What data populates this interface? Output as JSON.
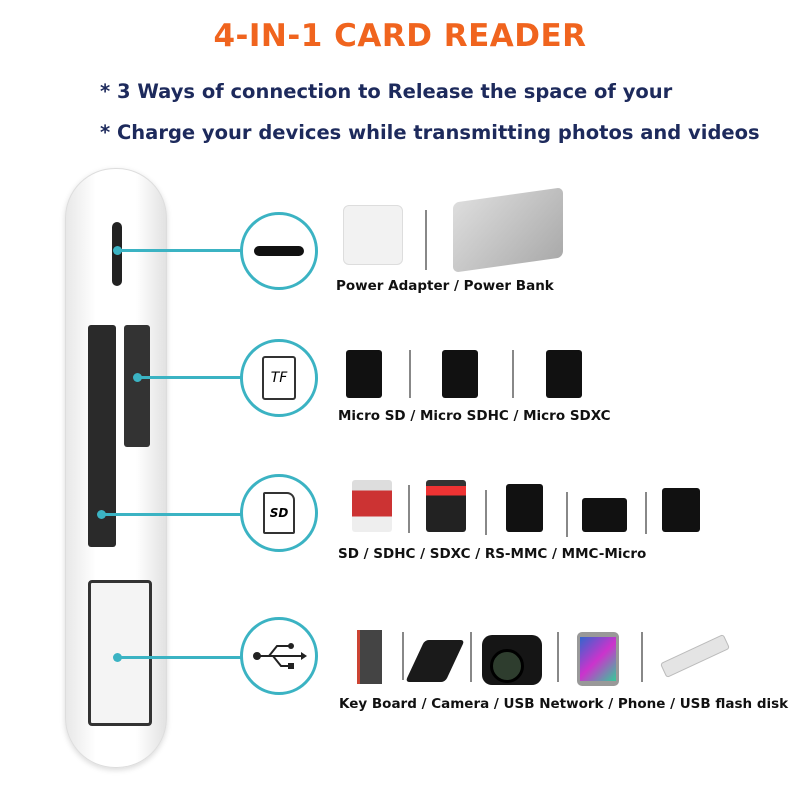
{
  "title": "4-IN-1 CARD READER",
  "bullets": [
    "* 3 Ways of connection to Release the space of your",
    "* Charge your devices while transmitting photos and videos"
  ],
  "ports": [
    {
      "icon": "usb-c-port-icon",
      "caption": "Power Adapter / Power Bank"
    },
    {
      "icon": "tf-card-icon",
      "icon_text": "TF",
      "caption": "Micro SD / Micro SDHC / Micro SDXC"
    },
    {
      "icon": "sd-card-icon",
      "icon_text": "SD",
      "caption": "SD / SDHC / SDXC / RS-MMC / MMC-Micro"
    },
    {
      "icon": "usb-icon",
      "caption": "Key Board / Camera / USB Network / Phone /  USB flash disk"
    }
  ],
  "colors": {
    "title": "#f0641e",
    "text": "#1d2a5c",
    "accent": "#3bb3c3"
  }
}
